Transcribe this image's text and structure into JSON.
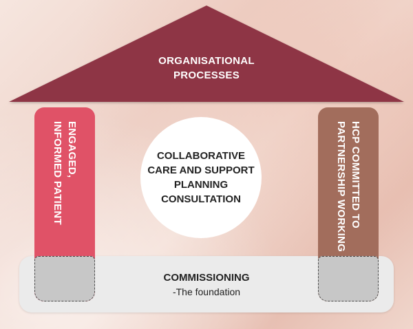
{
  "colors": {
    "roof": "#8e3444",
    "left_pillar": "#e05267",
    "right_pillar": "#a26d5c",
    "pillar_base": "#c7c7c7",
    "foundation": "#ebebeb",
    "circle": "#ffffff"
  },
  "roof": {
    "label": "ORGANISATIONAL\nPROCESSES"
  },
  "left_pillar": {
    "label": "ENGAGED,\nINFORMED PATIENT"
  },
  "right_pillar": {
    "label": "HCP COMMITTED TO\nPARTNERSHIP WORKING"
  },
  "center": {
    "label": "COLLABORATIVE\nCARE AND SUPPORT\nPLANNING\nCONSULTATION"
  },
  "foundation": {
    "title": "COMMISSIONING",
    "subtitle": "-The foundation"
  }
}
